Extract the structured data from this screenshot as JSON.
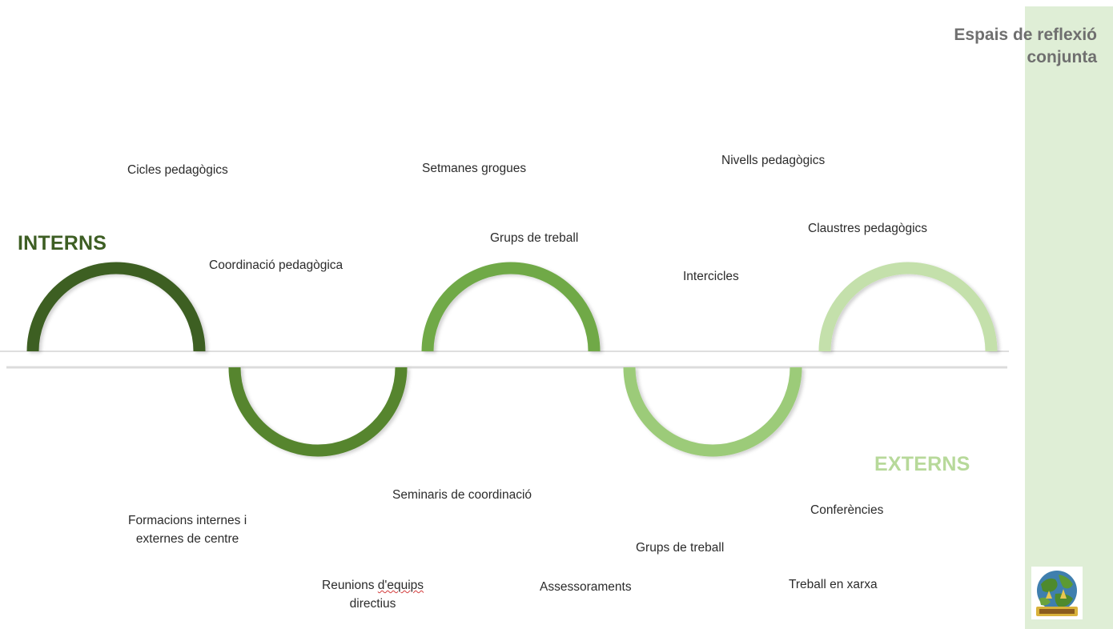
{
  "title": {
    "line1": "Espais de reflexió",
    "line2": "conjunta"
  },
  "headings": {
    "internal": "INTERNS",
    "external": "EXTERNS"
  },
  "colors": {
    "sidebar": "#dfeed6",
    "arc1": "#3d5e23",
    "arc2": "#56852e",
    "arc3": "#6fa947",
    "arc4": "#9ccb79",
    "arc5": "#c4e0ab",
    "internal_heading": "#3d5e23",
    "external_heading": "#b7d99a"
  },
  "labels": {
    "cicles": "Cicles pedagògics",
    "setmanes": "Setmanes grogues",
    "nivells": "Nivells pedagògics",
    "coordinacio": "Coordinació pedagògica",
    "grups_top": "Grups de treball",
    "claustres": "Claustres pedagògics",
    "intercicles": "Intercicles",
    "seminaris": "Seminaris de coordinació",
    "conferencies": "Conferències",
    "formacions_1": "Formacions internes i",
    "formacions_2": "externes de centre",
    "grups_bottom": "Grups de treball",
    "reunions_1a": "Reunions ",
    "reunions_1b": "d'equips",
    "reunions_2": "directius",
    "assessoraments": "Assessoraments",
    "xarxa": "Treball en xarxa"
  },
  "logo": {
    "icon": "school-globe-logo"
  }
}
